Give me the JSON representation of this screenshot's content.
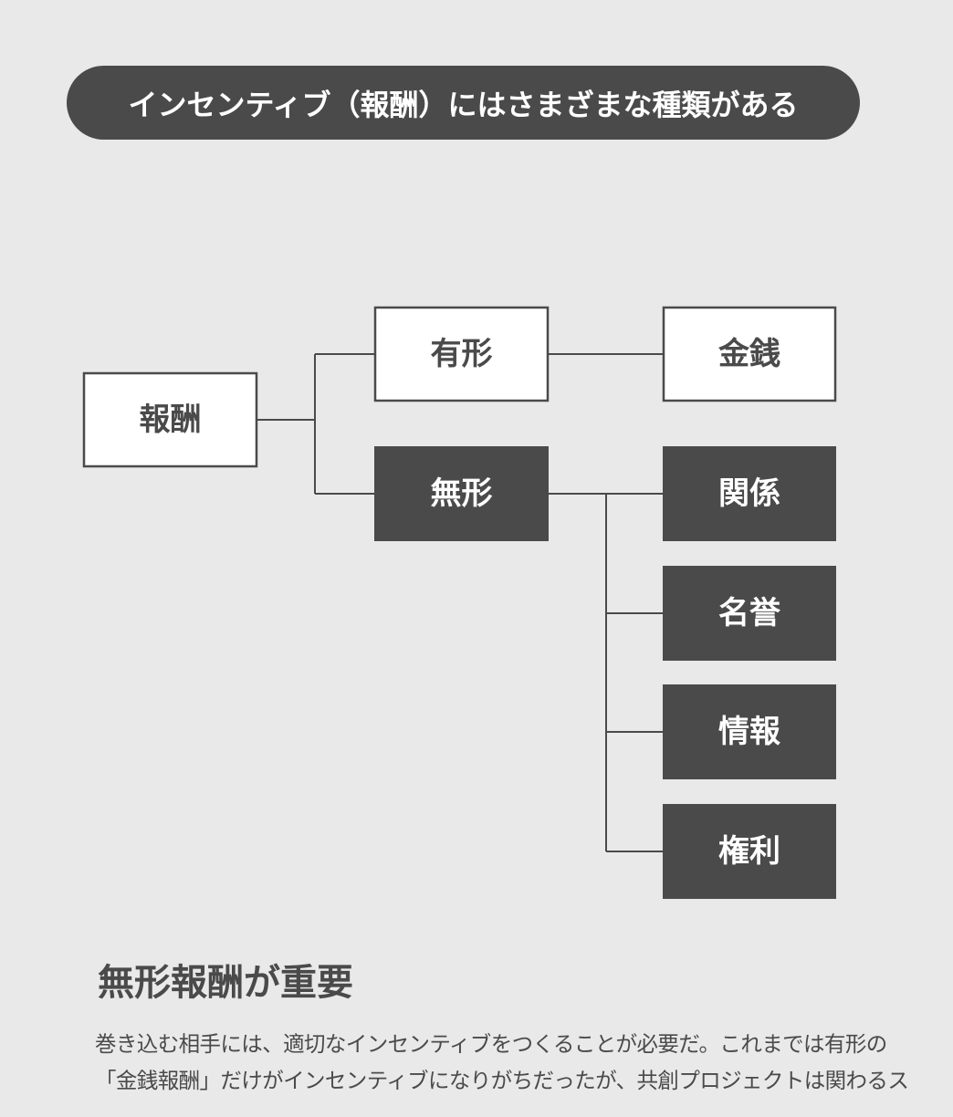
{
  "header": {
    "title": "インセンティブ（報酬）にはさまざまな種類がある"
  },
  "diagram": {
    "root": {
      "label": "報酬"
    },
    "tangible": {
      "label": "有形",
      "children": [
        {
          "label": "金銭"
        }
      ]
    },
    "intangible": {
      "label": "無形",
      "children": [
        {
          "label": "関係"
        },
        {
          "label": "名誉"
        },
        {
          "label": "情報"
        },
        {
          "label": "権利"
        }
      ]
    },
    "colors": {
      "dark": "#4a4a4a",
      "light": "#ffffff",
      "background": "#e9e9e9"
    }
  },
  "section": {
    "heading": "無形報酬が重要",
    "lines": [
      "巻き込む相手には、適切なインセンティブをつくることが必要だ。これまでは有形の",
      "「金銭報酬」だけがインセンティブになりがちだったが、共創プロジェクトは関わるス"
    ]
  }
}
